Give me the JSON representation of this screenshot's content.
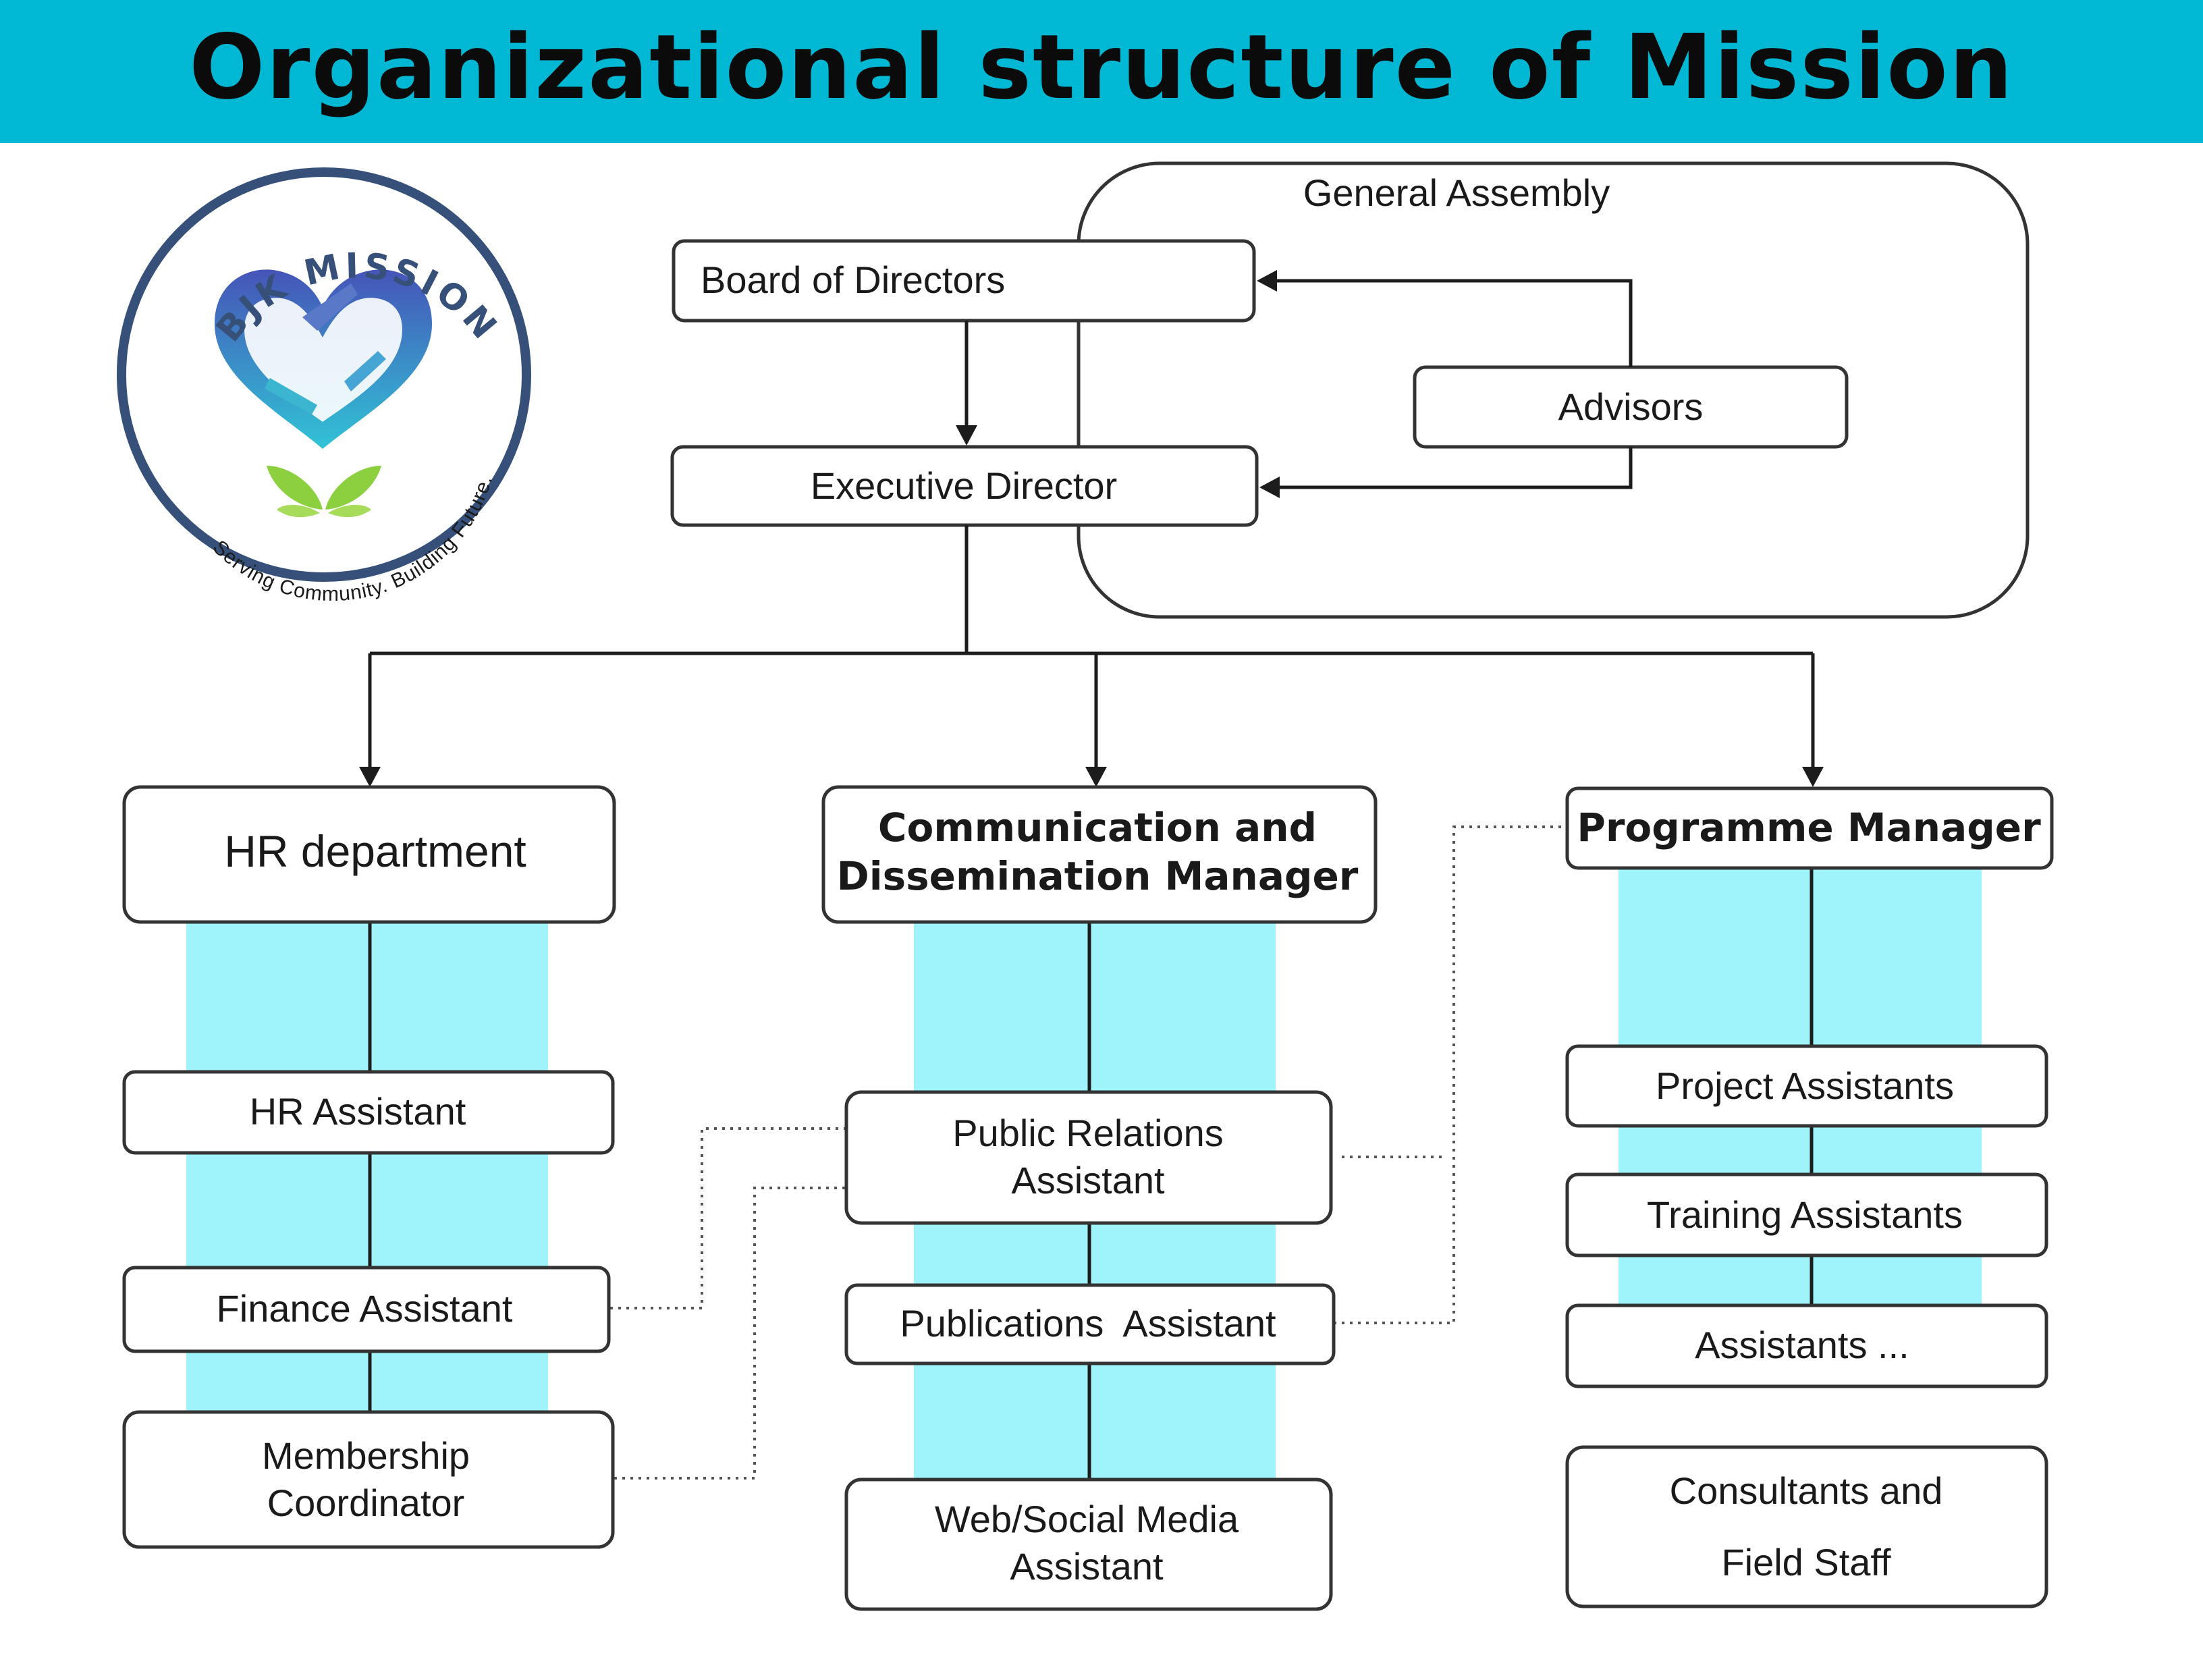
{
  "title": "Organizational structure of Mission",
  "logo": {
    "name": "BJK MISSION",
    "tagline": "Serving Community. Building Future.",
    "icons": [
      "heart-hands-icon",
      "leaf-sprout-icon"
    ]
  },
  "colors": {
    "banner": "#00b8d4",
    "band": "#9ff3fb",
    "ring": "#36507a",
    "heart_top": "#4654b8",
    "heart_bottom": "#31c3d6",
    "leaf": "#8ccf3f"
  },
  "governance": {
    "general_assembly": "General Assembly",
    "board": "Board of Directors",
    "advisors": "Advisors",
    "executive": "Executive Director"
  },
  "departments": {
    "hr": {
      "head": "HR department",
      "members": [
        "HR Assistant",
        "Finance Assistant",
        [
          "Membership",
          "Coordinator"
        ]
      ]
    },
    "comm": {
      "head": [
        "Communication and",
        "Dissemination Manager"
      ],
      "members": [
        [
          "Public Relations",
          "Assistant"
        ],
        "Publications  Assistant",
        [
          "Web/Social Media",
          "Assistant"
        ]
      ]
    },
    "programme": {
      "head": "Programme Manager",
      "members": [
        "Project Assistants",
        "Training Assistants",
        "Assistants ...",
        [
          "Consultants and",
          "Field Staff"
        ]
      ]
    }
  }
}
